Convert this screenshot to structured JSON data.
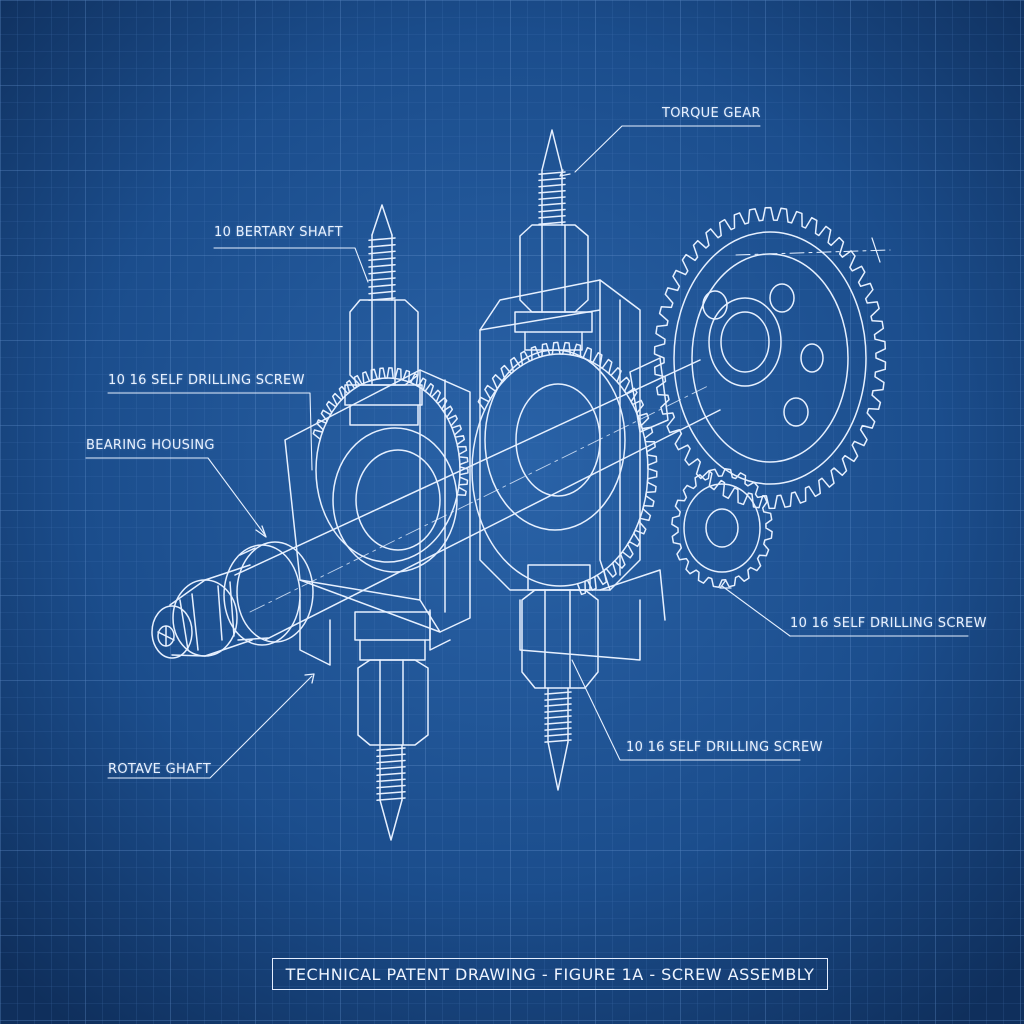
{
  "colors": {
    "background": "#1b4d8c",
    "background_dark": "#0f2f5c",
    "grid": "#4f7fbf",
    "line": "#e6f0ff"
  },
  "labels": {
    "torque_gear": "TORQUE GEAR",
    "rotary_shaft": "10 BERTARY SHAFT",
    "screw_upper_left": "10 16 SELF DRILLING SCREW",
    "bearing_housing": "BEARING HOUSING",
    "screw_right": "10 16 SELF DRILLING SCREW",
    "screw_bottom": "10 16 SELF DRILLING SCREW",
    "rotave_shaft": "ROTAVE GHAFT"
  },
  "caption": "TECHNICAL PATENT DRAWING - FIGURE 1A - SCREW ASSEMBLY"
}
